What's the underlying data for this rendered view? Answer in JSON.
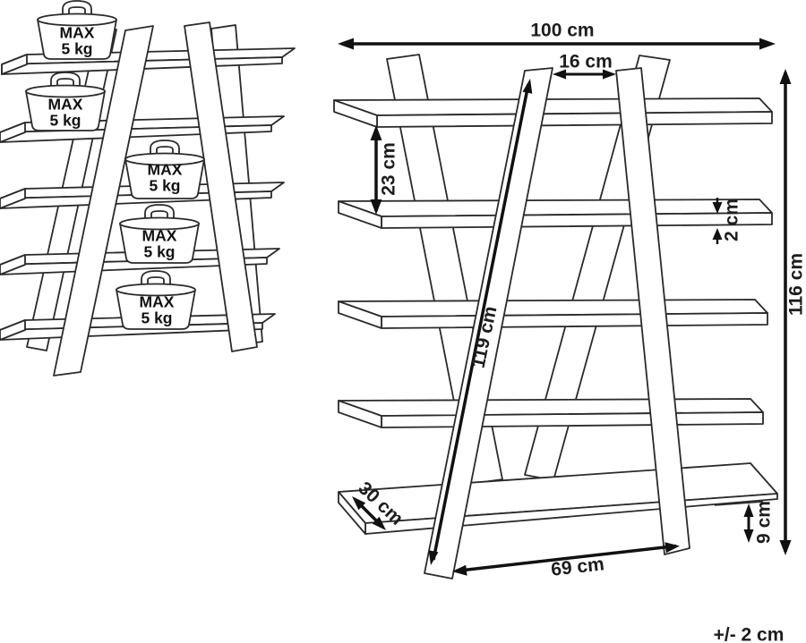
{
  "left_view": {
    "weights": [
      {
        "line1": "MAX",
        "line2": "5 kg"
      },
      {
        "line1": "MAX",
        "line2": "5 kg"
      },
      {
        "line1": "MAX",
        "line2": "5 kg"
      },
      {
        "line1": "MAX",
        "line2": "5 kg"
      },
      {
        "line1": "MAX",
        "line2": "5 kg"
      }
    ]
  },
  "right_view": {
    "total_width": "100 cm",
    "top_gap": "16 cm",
    "shelf_spacing": "23 cm",
    "shelf_thickness": "2 cm",
    "total_height": "116 cm",
    "leg_length": "119 cm",
    "shelf_depth": "30 cm",
    "base_width": "69 cm",
    "bottom_clearance": "9 cm"
  },
  "footer": {
    "tolerance": "+/- 2 cm"
  },
  "colors": {
    "line": "#2a2a2a",
    "background": "#ffffff"
  }
}
